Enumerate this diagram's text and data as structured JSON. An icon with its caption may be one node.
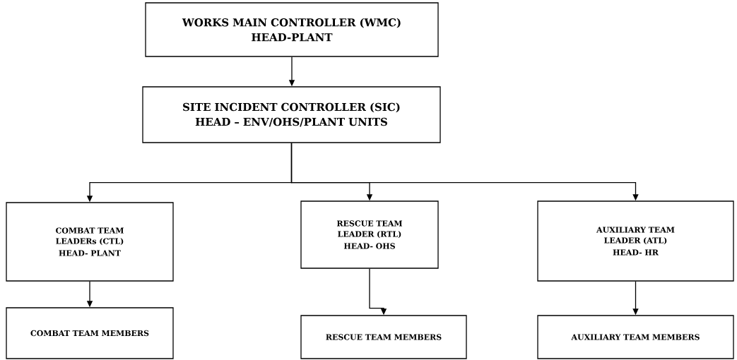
{
  "diagram": {
    "nodes": [
      {
        "text": [
          "WORKS MAIN CONTROLLER (WMC)",
          "HEAD-PLANT"
        ]
      },
      {
        "text": [
          "SITE INCIDENT CONTROLLER (SIC)",
          "HEAD – ENV/OHS/PLANT UNITS"
        ]
      },
      {
        "text": [
          "COMBAT TEAM LEADERs (CTL)",
          "HEAD- PLANT"
        ]
      },
      {
        "text": [
          "RESCUE TEAM LEADER (RTL)",
          "HEAD- OHS"
        ]
      },
      {
        "text": [
          "AUXILIARY TEAM LEADER (ATL)",
          "HEAD- HR"
        ]
      },
      {
        "text": [
          "COMBAT TEAM MEMBERS"
        ]
      },
      {
        "text": [
          "RESCUE TEAM MEMBERS"
        ]
      },
      {
        "text": [
          "AUXILIARY TEAM MEMBERS"
        ]
      }
    ],
    "edges": [
      {
        "from": 0,
        "to": 1,
        "arrow": "to"
      },
      {
        "from": 1,
        "to": 2,
        "arrow": "to"
      },
      {
        "from": 1,
        "to": 3,
        "arrow": "to"
      },
      {
        "from": 1,
        "to": 4,
        "arrow": "to"
      },
      {
        "from": 2,
        "to": 5,
        "arrow": "to"
      },
      {
        "from": 3,
        "to": 6,
        "arrow": "to"
      },
      {
        "from": 4,
        "to": 7,
        "arrow": "to"
      }
    ]
  }
}
